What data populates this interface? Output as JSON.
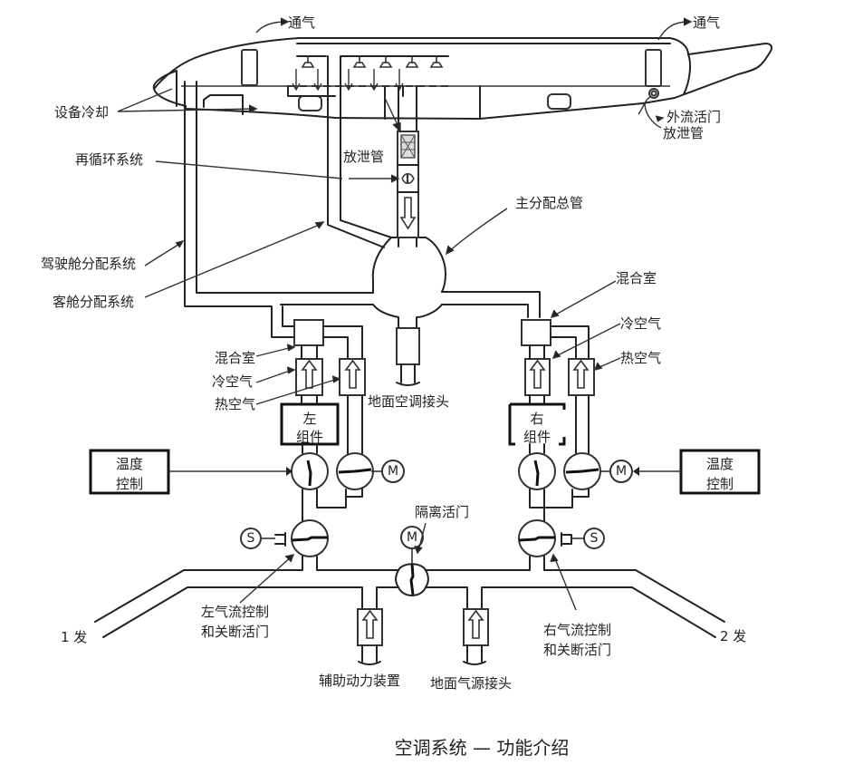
{
  "diagram": {
    "title": "空调系统 — 功能介绍",
    "labels": {
      "vent_front": "通气",
      "vent_rear": "通气",
      "equipment_cooling": "设备冷却",
      "recirculation": "再循环系统",
      "drain_pipe_center": "放泄管",
      "outflow_valve": "外流活门",
      "drain_pipe_rear": "放泄管",
      "main_manifold": "主分配总管",
      "flight_deck_distribution": "驾驶舱分配系统",
      "cabin_distribution": "客舱分配系统",
      "mix_chamber_right": "混合室",
      "cold_air_right": "冷空气",
      "hot_air_right": "热空气",
      "mix_chamber_left": "混合室",
      "cold_air_left": "冷空气",
      "hot_air_left": "热空气",
      "ground_ac_connector": "地面空调接头",
      "left_pack_line1": "左",
      "left_pack_line2": "组件",
      "right_pack_line1": "右",
      "right_pack_line2": "组件",
      "temp_control_left_line1": "温度",
      "temp_control_left_line2": "控制",
      "temp_control_right_line1": "温度",
      "temp_control_right_line2": "控制",
      "isolation_valve": "隔离活门",
      "left_flow_valve_line1": "左气流控制",
      "left_flow_valve_line2": "和关断活门",
      "right_flow_valve_line1": "右气流控制",
      "right_flow_valve_line2": "和关断活门",
      "engine_1": "1 发",
      "engine_2": "2 发",
      "apu": "辅助动力装置",
      "ground_pneumatic_connector": "地面气源接头"
    },
    "symbols": {
      "motor": "M",
      "solenoid": "S"
    }
  }
}
